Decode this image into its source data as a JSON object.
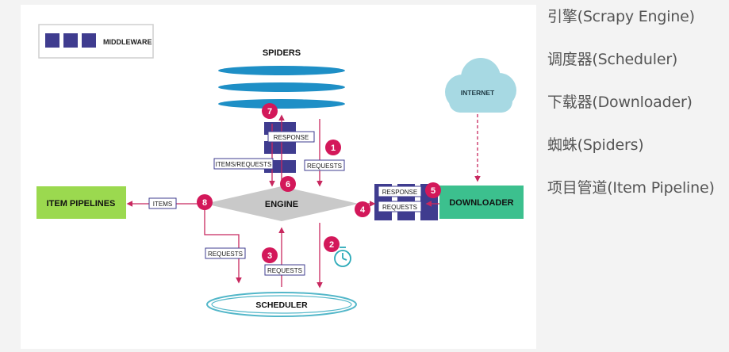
{
  "diagram": {
    "legend": "MIDDLEWARE",
    "nodes": {
      "spiders": "SPIDERS",
      "engine": "ENGINE",
      "scheduler": "SCHEDULER",
      "downloader": "DOWNLOADER",
      "item_pipelines": "ITEM PIPELINES",
      "internet": "INTERNET"
    },
    "flow_labels": {
      "response_top": "RESPONSE",
      "items_requests": "ITEMS/REQUESTS",
      "requests_spider": "REQUESTS",
      "items": "ITEMS",
      "response_dl": "RESPONSE",
      "requests_dl": "REQUESTS",
      "requests_left": "REQUESTS",
      "requests_mid": "REQUESTS"
    },
    "steps": [
      "1",
      "2",
      "3",
      "4",
      "5",
      "6",
      "7",
      "8"
    ],
    "colors": {
      "step_badge": "#d3185a",
      "arrow": "#c8285f",
      "engine": "#c9c9c9",
      "middleware": "#3f3c8f",
      "pipelines": "#9bd94f",
      "downloader": "#3cc08e",
      "cloud": "#a7d9e3",
      "spiders_disc": "#1e8fc6",
      "scheduler_ring": "#53b7c9"
    }
  },
  "components": [
    "引擎(Scrapy Engine)",
    "调度器(Scheduler)",
    "下载器(Downloader)",
    "蜘蛛(Spiders)",
    "项目管道(Item Pipeline)"
  ]
}
